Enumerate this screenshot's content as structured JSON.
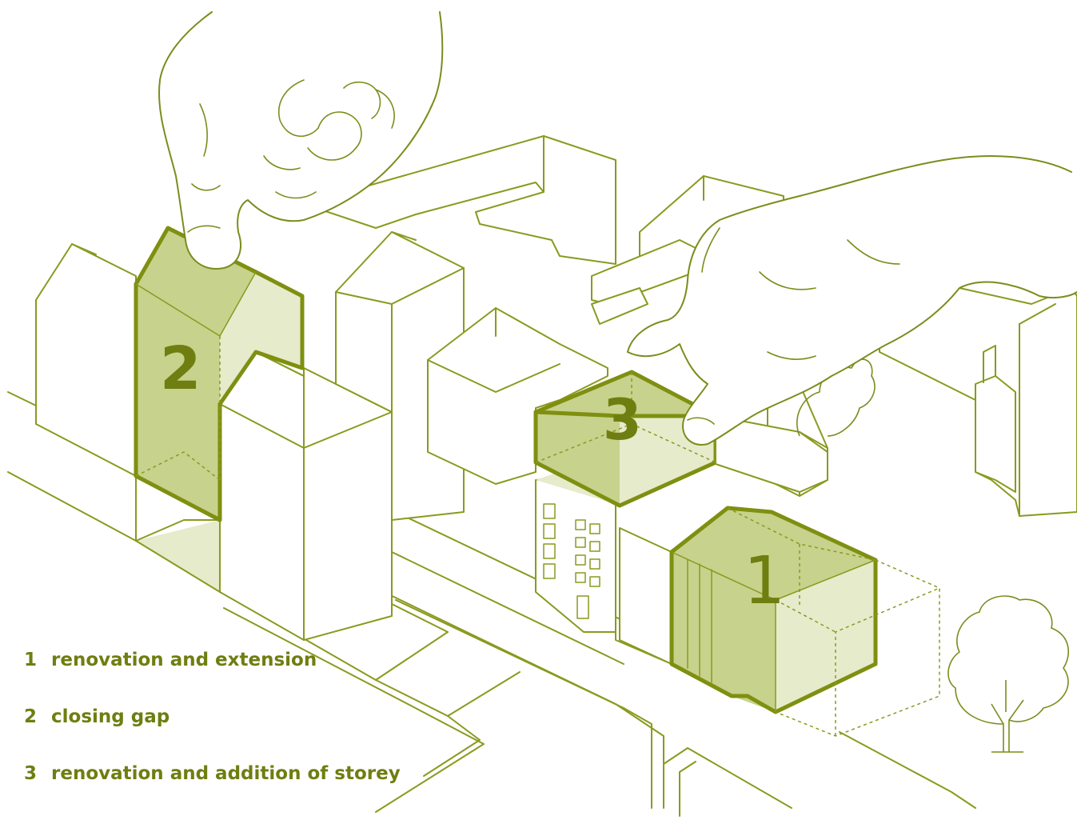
{
  "diagram": {
    "markers": {
      "marker_1": "1",
      "marker_2": "2",
      "marker_3": "3"
    },
    "legend": [
      {
        "number": "1",
        "text": "renovation and extension"
      },
      {
        "number": "2",
        "text": "closing gap"
      },
      {
        "number": "3",
        "text": "renovation and addition of storey"
      }
    ],
    "colors": {
      "line": "#8a9a1e",
      "highlight_dark": "#bfcb7c",
      "highlight_light": "#e6ebcc",
      "text": "#6f7e10"
    }
  }
}
